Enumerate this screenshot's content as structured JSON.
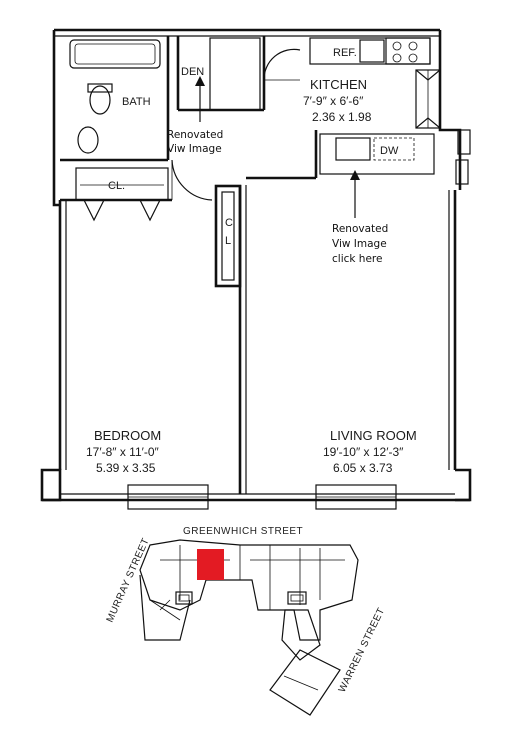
{
  "rooms": {
    "bath": "BATH",
    "den": "DEN",
    "closet1": "CL.",
    "closet2_c": "C",
    "closet2_l": "L",
    "kitchen": {
      "name": "KITCHEN",
      "dim_imperial": "7′-9″ x 6′-6″",
      "dim_metric": "2.36 x 1.98"
    },
    "bedroom": {
      "name": "BEDROOM",
      "dim_imperial": "17′-8″ x 11′-0″",
      "dim_metric": "5.39 x 3.35"
    },
    "living": {
      "name": "LIVING ROOM",
      "dim_imperial": "19′-10″ x 12′-3″",
      "dim_metric": "6.05 x 3.73"
    }
  },
  "appliances": {
    "ref": "REF.",
    "dw": "DW"
  },
  "links": {
    "den_renovated": {
      "line1": "Renovated",
      "line2": "Viw Image"
    },
    "kitchen_renovated": {
      "line1": "Renovated",
      "line2": "Viw Image",
      "line3": "click here"
    }
  },
  "key_plan": {
    "greenwich": "GREENWHICH STREET",
    "murray": "MURRAY STREET",
    "warren": "WARREN STREET",
    "highlight_color": "#e31b23"
  }
}
